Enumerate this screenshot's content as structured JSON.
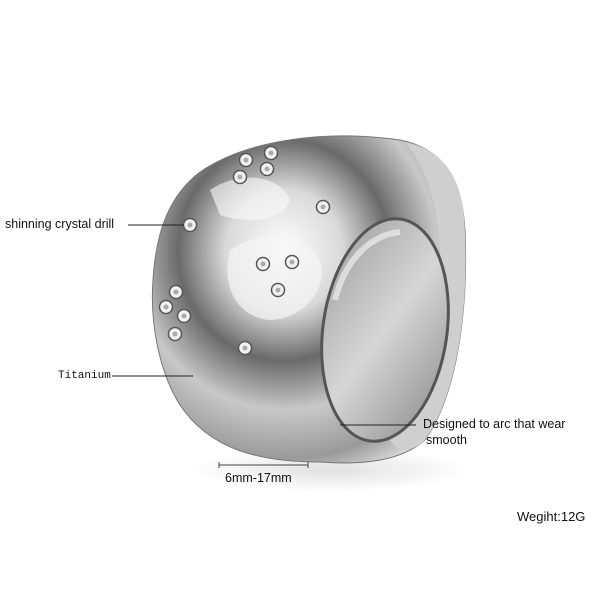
{
  "annotations": {
    "crystal": "shinning crystal drill",
    "material": "Titanium",
    "arc_line1": "Designed to arc that wear",
    "arc_line2": "smooth",
    "width_range": "6mm-17mm",
    "weight": "Wegiht:12G"
  },
  "colors": {
    "metal_light": "#f4f4f4",
    "metal_dark": "#3a3a3a",
    "background": "#ffffff"
  }
}
